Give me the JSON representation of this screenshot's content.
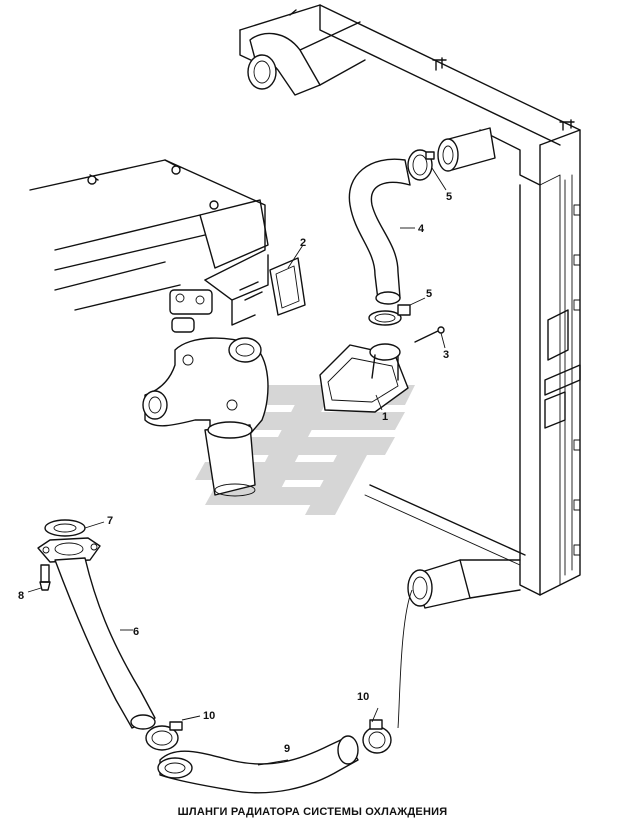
{
  "caption": "ШЛАНГИ РАДИАТОРА СИСТЕМЫ ОХЛАЖДЕНИЯ",
  "callouts": {
    "c1": "1",
    "c2": "2",
    "c3": "3",
    "c4": "4",
    "c5a": "5",
    "c5b": "5",
    "c6": "6",
    "c7": "7",
    "c8": "8",
    "c9": "9",
    "c10a": "10",
    "c10b": "10"
  },
  "colors": {
    "line": "#111111",
    "watermark": "#c9c9c9"
  }
}
